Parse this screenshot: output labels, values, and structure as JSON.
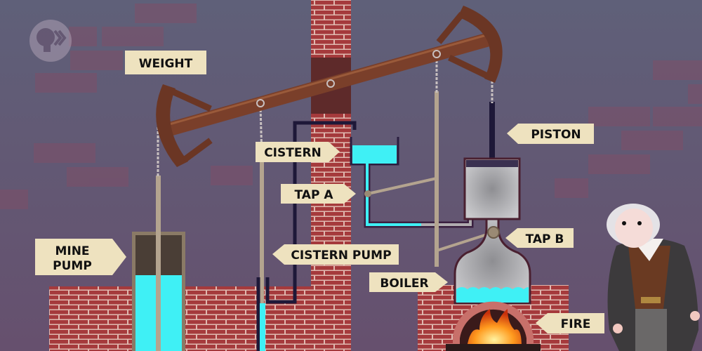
{
  "colors": {
    "background": "#5d5a78",
    "brick": "#a53a3c",
    "wood": "#7a3f2a",
    "water": "#3ff0f5",
    "label": "#eee2bf",
    "steam": "#b5b5b8"
  },
  "logo": {
    "name": "pbs-logo-icon"
  },
  "labels": {
    "weight": "WEIGHT",
    "cistern": "CISTERN",
    "tap_a": "TAP A",
    "piston": "PISTON",
    "tap_b": "TAP B",
    "mine_pump_line1": "MINE",
    "mine_pump_line2": "PUMP",
    "cistern_pump": "CISTERN PUMP",
    "boiler": "BOILER",
    "fire": "FIRE"
  }
}
